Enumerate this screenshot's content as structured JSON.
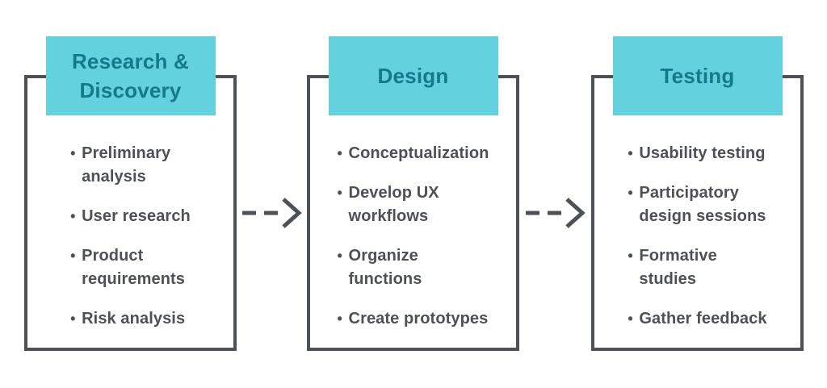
{
  "diagram": {
    "bullet_char": "•",
    "phases": [
      {
        "header": "Research &\nDiscovery",
        "items": [
          "Preliminary\nanalysis",
          "User research",
          "Product\nrequirements",
          "Risk analysis"
        ]
      },
      {
        "header": "Design",
        "items": [
          "Conceptualization",
          "Develop UX\nworkflows",
          "Organize\nfunctions",
          "Create prototypes"
        ]
      },
      {
        "header": "Testing",
        "items": [
          "Usability testing",
          "Participatory\ndesign sessions",
          "Formative\nstudies",
          "Gather feedback"
        ]
      }
    ],
    "colors": {
      "header_bg": "#63d1de",
      "header_text": "#15798e",
      "frame_border": "#4d5156",
      "body_text": "#4d5156",
      "background": "#ffffff"
    }
  }
}
